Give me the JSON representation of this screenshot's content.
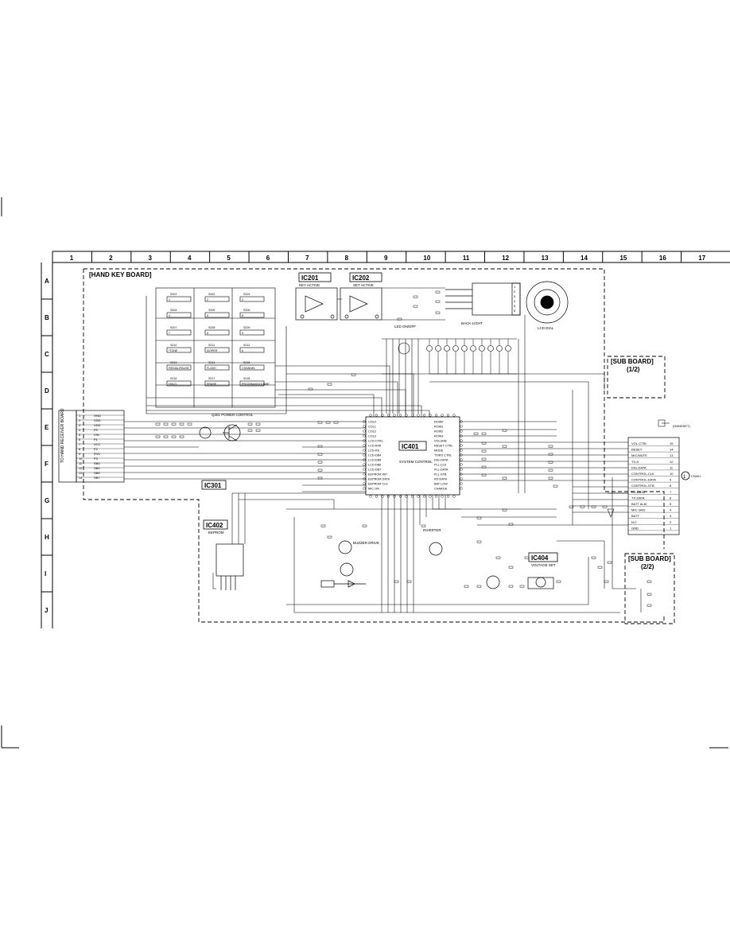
{
  "grid": {
    "columns": [
      "1",
      "2",
      "3",
      "4",
      "5",
      "6",
      "7",
      "8",
      "9",
      "10",
      "11",
      "12",
      "13",
      "14",
      "15",
      "16",
      "17"
    ],
    "rows": [
      "A",
      "B",
      "C",
      "D",
      "E",
      "F",
      "G",
      "H",
      "I",
      "J"
    ]
  },
  "boards": {
    "hand_key": "[HAND KEY BOARD]",
    "sub_1": "[SUB BOARD]",
    "sub_1_part": "(1/2)",
    "sub_2": "[SUB BOARD]",
    "sub_2_part": "(2/2)"
  },
  "ics": {
    "ic201": {
      "name": "IC201",
      "desc": "KEY ACTIVE"
    },
    "ic202": {
      "name": "IC202",
      "desc": "SET ACTIVE"
    },
    "ic401": {
      "name": "IC401",
      "desc": "SYSTEM CONTROL"
    },
    "ic301": {
      "name": "IC301"
    },
    "ic402": {
      "name": "IC402",
      "desc": "EEPROM"
    },
    "ic404": {
      "name": "IC404",
      "desc": "VOLTAGE SET"
    }
  },
  "labels": {
    "power_control": "Q301 POWER CONTROL",
    "lcd_dial": "LCD DIAL",
    "back_light": "BACK-LIGHT",
    "led_on_off": "LED ON/OFF",
    "buzzer_drive": "BUZZER DRIVE",
    "inverter": "INVERTER",
    "to_board": "TO HAND RECEIVER BOARD",
    "connector_ref": "CN401",
    "j_label": "(HANDSET)"
  },
  "keys": [
    "S201 1",
    "S202 2",
    "S203 3",
    "S204 4",
    "S205 5",
    "S206 6",
    "S207 7",
    "S208 8",
    "S209 9",
    "S210 *TONE",
    "S211 0/OPER",
    "S212 #",
    "S213 REDIAL/PAUSE",
    "S214 FLASH",
    "S215 CHANNEL",
    "S216 HOLD",
    "S217 ERASE",
    "S218 PROGRAM/VOLUME"
  ],
  "left_connector_pins": [
    {
      "n": "1",
      "sig": "GND"
    },
    {
      "n": "2",
      "sig": "VDD"
    },
    {
      "n": "3",
      "sig": "VDD"
    },
    {
      "n": "4",
      "sig": "P0"
    },
    {
      "n": "5",
      "sig": "VIN"
    },
    {
      "n": "6",
      "sig": "P1"
    },
    {
      "n": "7",
      "sig": "VCC"
    },
    {
      "n": "8",
      "sig": "P2"
    },
    {
      "n": "9",
      "sig": "RVK"
    },
    {
      "n": "10",
      "sig": "P3"
    },
    {
      "n": "11",
      "sig": "SB4"
    },
    {
      "n": "12",
      "sig": "SB5"
    },
    {
      "n": "13",
      "sig": "SB6"
    },
    {
      "n": "14",
      "sig": "SB7"
    }
  ],
  "ic401_left_pins": [
    "COL0",
    "COL1",
    "COL2",
    "COL3",
    "LCD-CTRL",
    "LCD-R/W",
    "LCD-RS",
    "LCD-DB4",
    "LCD-DB5",
    "LCD-DB6",
    "LCD-DB7",
    "EEPROM WP",
    "EEPROM DATA",
    "EEPROM CLK",
    "MIC ON"
  ],
  "ic401_right_pins": [
    "ROW0",
    "ROW1",
    "ROW2",
    "ROW3",
    "VOLUME",
    "RESET CTRL",
    "MODE",
    "TX/RX CTRL",
    "DIG-DATA",
    "PLL-CLK",
    "PLL-DATA",
    "PLL-STB",
    "RX-DATA",
    "BAT LOW",
    "CHARGE"
  ],
  "right_connector_pins": [
    {
      "n": "15",
      "sig": "VOL-CTRL"
    },
    {
      "n": "14",
      "sig": "RESET"
    },
    {
      "n": "13",
      "sig": "MIC/MUTE"
    },
    {
      "n": "12",
      "sig": "TX-H"
    },
    {
      "n": "11",
      "sig": "DIG-DATA"
    },
    {
      "n": "10",
      "sig": "CONTROL-CLK"
    },
    {
      "n": "9",
      "sig": "CONTROL-DATA"
    },
    {
      "n": "8",
      "sig": "CONTROL-STB"
    },
    {
      "n": "7",
      "sig": "RX-DATA"
    },
    {
      "n": "6",
      "sig": "TX-DATA"
    },
    {
      "n": "5",
      "sig": "BATT ALM"
    },
    {
      "n": "4",
      "sig": "MIC GND"
    },
    {
      "n": "3",
      "sig": "BATT"
    },
    {
      "n": "2",
      "sig": "N.C"
    },
    {
      "n": "1",
      "sig": "GND"
    }
  ],
  "lcd_pins": [
    "1",
    "2",
    "3",
    "4",
    "5",
    "6"
  ]
}
